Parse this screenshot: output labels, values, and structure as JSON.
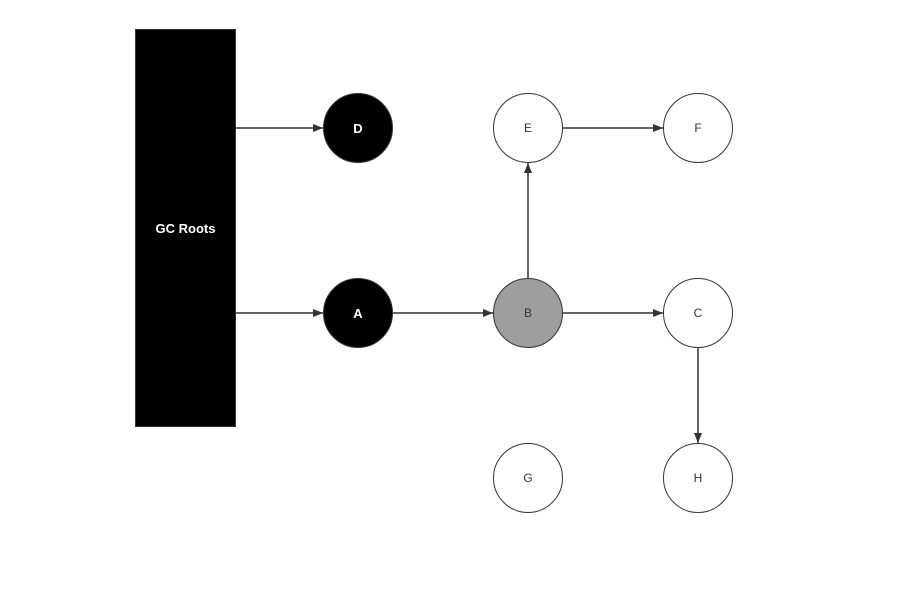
{
  "roots": {
    "label": "GC Roots"
  },
  "nodes": {
    "D": {
      "label": "D",
      "state": "black"
    },
    "A": {
      "label": "A",
      "state": "black"
    },
    "B": {
      "label": "B",
      "state": "gray"
    },
    "E": {
      "label": "E",
      "state": "white"
    },
    "F": {
      "label": "F",
      "state": "white"
    },
    "C": {
      "label": "C",
      "state": "white"
    },
    "G": {
      "label": "G",
      "state": "white"
    },
    "H": {
      "label": "H",
      "state": "white"
    }
  },
  "edges": [
    {
      "from": "roots",
      "to": "D"
    },
    {
      "from": "roots",
      "to": "A"
    },
    {
      "from": "A",
      "to": "B"
    },
    {
      "from": "B",
      "to": "E"
    },
    {
      "from": "E",
      "to": "F"
    },
    {
      "from": "B",
      "to": "C"
    },
    {
      "from": "C",
      "to": "H"
    }
  ],
  "colors": {
    "black_node": "#000000",
    "gray_node": "#9e9e9e",
    "white_node": "#ffffff",
    "stroke": "#333333"
  }
}
